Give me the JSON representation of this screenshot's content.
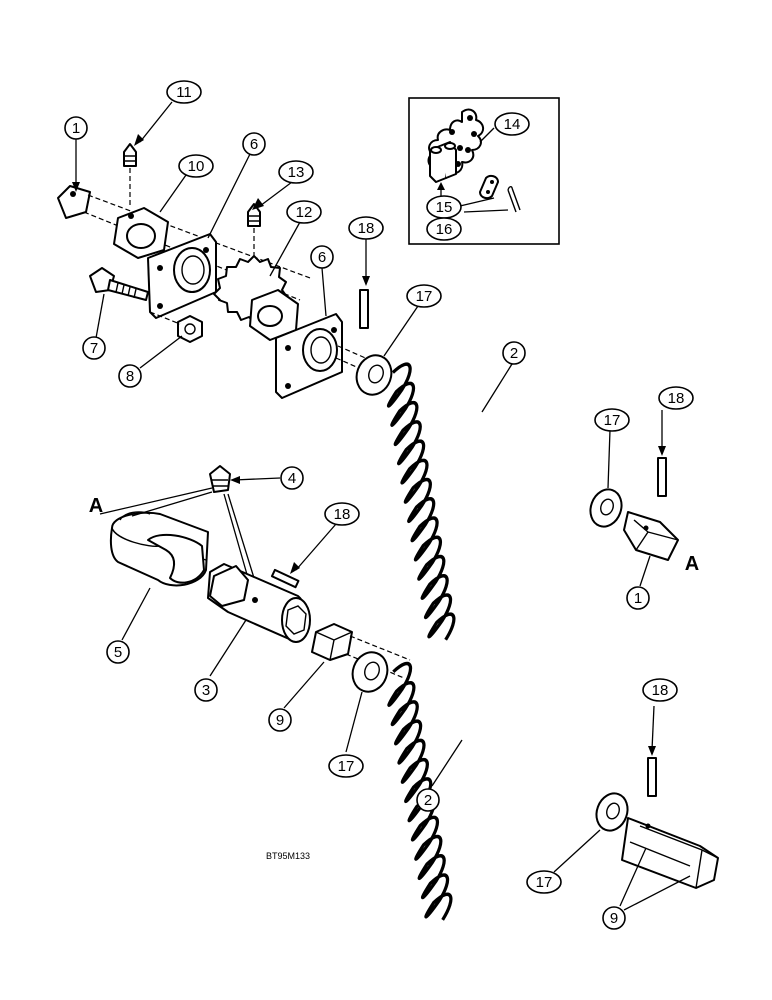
{
  "diagram": {
    "drawing_code": "BT95M133",
    "section_letters": [
      "A",
      "A"
    ],
    "callouts": [
      {
        "id": "c1a",
        "label": "1"
      },
      {
        "id": "c1b",
        "label": "1"
      },
      {
        "id": "c2a",
        "label": "2"
      },
      {
        "id": "c2b",
        "label": "2"
      },
      {
        "id": "c3",
        "label": "3"
      },
      {
        "id": "c4",
        "label": "4"
      },
      {
        "id": "c5",
        "label": "5"
      },
      {
        "id": "c6a",
        "label": "6"
      },
      {
        "id": "c6b",
        "label": "6"
      },
      {
        "id": "c7",
        "label": "7"
      },
      {
        "id": "c8",
        "label": "8"
      },
      {
        "id": "c9a",
        "label": "9"
      },
      {
        "id": "c9b",
        "label": "9"
      },
      {
        "id": "c10",
        "label": "10"
      },
      {
        "id": "c11",
        "label": "11"
      },
      {
        "id": "c12",
        "label": "12"
      },
      {
        "id": "c13",
        "label": "13"
      },
      {
        "id": "c14",
        "label": "14"
      },
      {
        "id": "c15",
        "label": "15"
      },
      {
        "id": "c16",
        "label": "16"
      },
      {
        "id": "c17a",
        "label": "17"
      },
      {
        "id": "c17b",
        "label": "17"
      },
      {
        "id": "c17c",
        "label": "17"
      },
      {
        "id": "c17d",
        "label": "17"
      },
      {
        "id": "c18a",
        "label": "18"
      },
      {
        "id": "c18b",
        "label": "18"
      },
      {
        "id": "c18c",
        "label": "18"
      },
      {
        "id": "c18d",
        "label": "18"
      }
    ]
  }
}
